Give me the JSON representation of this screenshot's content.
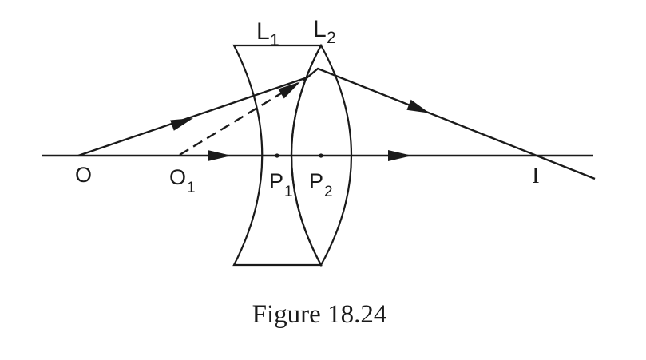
{
  "figure": {
    "caption": "Figure 18.24",
    "background_color": "#ffffff",
    "ink_color": "#1a1a1a"
  },
  "diagram": {
    "type": "optics-two-lens-ray-diagram",
    "lenses": [
      {
        "id": "L1",
        "label_base": "L",
        "label_sub": "1",
        "shape": "biconcave"
      },
      {
        "id": "L2",
        "label_base": "L",
        "label_sub": "2",
        "shape": "biconvex"
      }
    ],
    "axis_points": [
      {
        "id": "O",
        "label_base": "O",
        "label_sub": ""
      },
      {
        "id": "O1",
        "label_base": "O",
        "label_sub": "1"
      },
      {
        "id": "P1",
        "label_base": "P",
        "label_sub": "1"
      },
      {
        "id": "P2",
        "label_base": "P",
        "label_sub": "2"
      },
      {
        "id": "I",
        "label_base": "I",
        "label_sub": ""
      }
    ]
  }
}
